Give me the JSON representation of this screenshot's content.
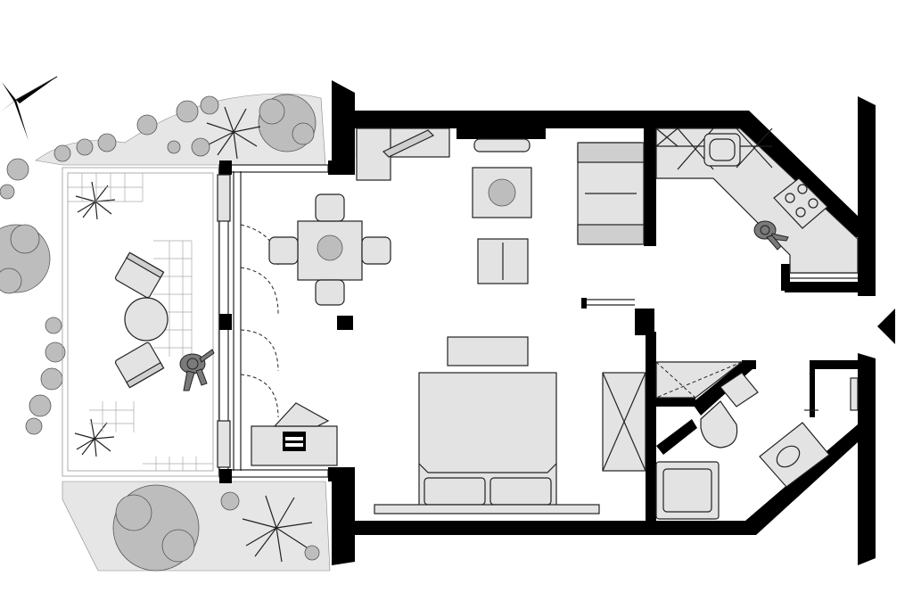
{
  "diagram": {
    "type": "architectural-floor-plan",
    "compass": {
      "icon": "north-arrow-icon"
    },
    "rooms": [
      {
        "id": "terrace",
        "icon": "terrace-area"
      },
      {
        "id": "living-dining",
        "icon": "living-room"
      },
      {
        "id": "bedroom",
        "icon": "bed-area"
      },
      {
        "id": "kitchen",
        "icon": "kitchen-area"
      },
      {
        "id": "bathroom",
        "icon": "bathroom-area"
      }
    ],
    "colors": {
      "wall": "#000000",
      "furniture": "#e3e3e3",
      "plants": "#bdbdbd",
      "background": "#ffffff"
    }
  }
}
